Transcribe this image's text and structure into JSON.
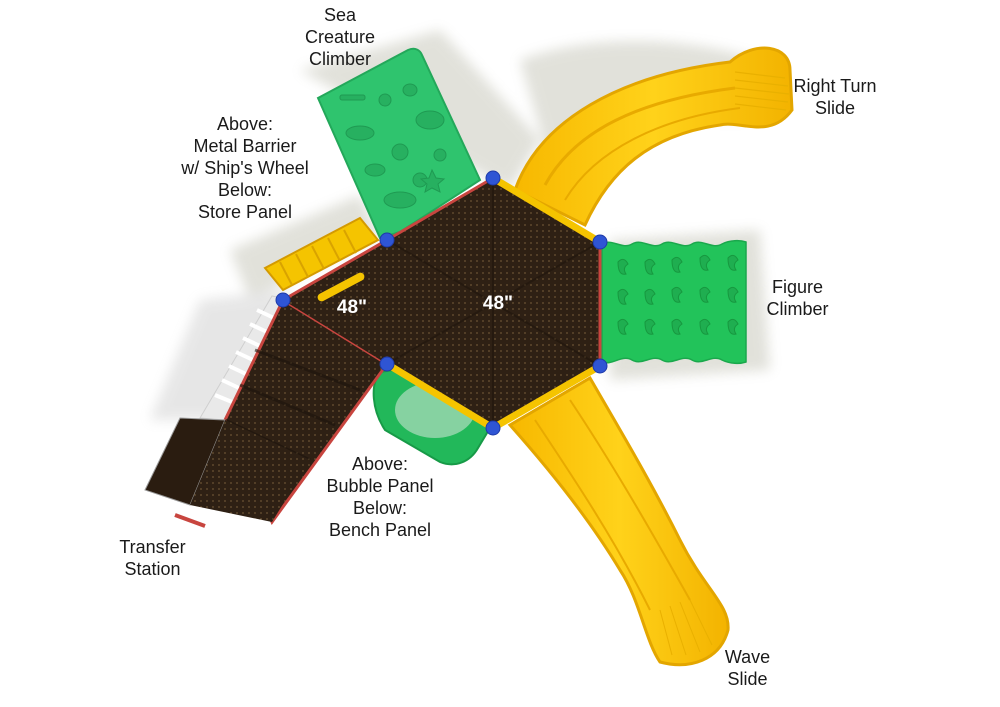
{
  "diagram": {
    "title": "Playground top-view component layout",
    "colors": {
      "background": "#ffffff",
      "deck": "#2e2014",
      "deck_edge": "#c8453f",
      "slide_yellow": "#f5c400",
      "slide_yellow_dark": "#e0a800",
      "climber_green": "#22c35a",
      "sea_climber_green": "#2fc46e",
      "clamp_blue": "#2f55d4",
      "label_text": "#1a1a1a",
      "dimension_text": "#ffffff"
    },
    "decks": [
      {
        "id": "hex-deck",
        "height_label": "48\""
      },
      {
        "id": "square-deck",
        "height_label": "48\""
      }
    ],
    "labels": {
      "sea_creature_climber": "Sea\nCreature\nClimber",
      "right_turn_slide": "Right Turn\nSlide",
      "metal_barrier_store_panel": "Above:\nMetal Barrier\nw/ Ship's Wheel\nBelow:\nStore Panel",
      "figure_climber": "Figure\nClimber",
      "bubble_bench_panel": "Above:\nBubble Panel\nBelow:\nBench Panel",
      "transfer_station": "Transfer\nStation",
      "wave_slide": "Wave\nSlide"
    }
  }
}
